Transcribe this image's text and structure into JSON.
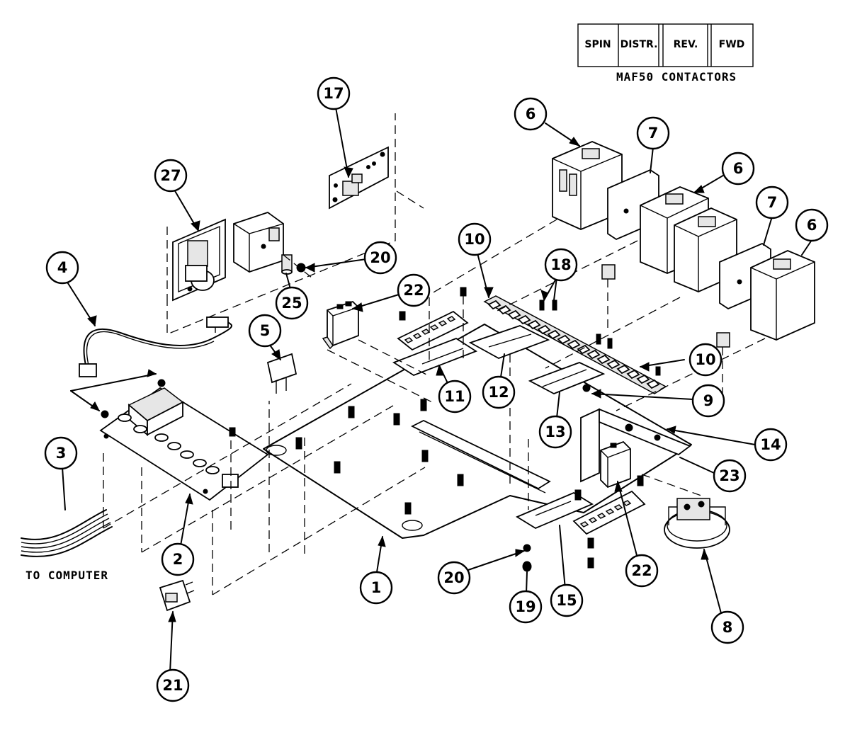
{
  "legend": {
    "boxes": [
      "SPIN",
      "DISTR.",
      "REV.",
      "FWD"
    ],
    "caption": "MAF50 CONTACTORS"
  },
  "note_to_computer": "TO COMPUTER",
  "callouts": {
    "c17": "17",
    "c27": "27",
    "c4": "4",
    "c20a": "20",
    "c25": "25",
    "c22a": "22",
    "c5": "5",
    "c6a": "6",
    "c7a": "7",
    "c6b": "6",
    "c7b": "7",
    "c6c": "6",
    "c10a": "10",
    "c18": "18",
    "c10b": "10",
    "c9": "9",
    "c14": "14",
    "c23": "23",
    "c11": "11",
    "c12": "12",
    "c13": "13",
    "c3": "3",
    "c2": "2",
    "c1": "1",
    "c20b": "20",
    "c19": "19",
    "c15": "15",
    "c22b": "22",
    "c8": "8",
    "c21": "21"
  }
}
